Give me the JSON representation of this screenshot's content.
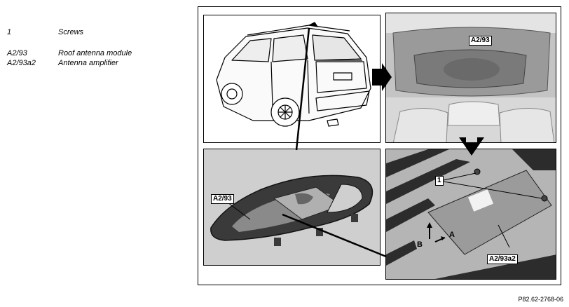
{
  "legend": [
    {
      "code": "1",
      "description": "Screws"
    },
    {
      "code": "A2/93",
      "description": "Roof antenna module"
    },
    {
      "code": "A2/93a2",
      "description": "Antenna amplifier"
    }
  ],
  "callouts": {
    "panel2_module": "A2/93",
    "panel3_module": "A2/93",
    "panel4_screws": "1",
    "panel4_arrow_a": "A",
    "panel4_arrow_b": "B",
    "panel4_amplifier": "A2/93a2"
  },
  "figure_reference": "P82.62-2768-06"
}
